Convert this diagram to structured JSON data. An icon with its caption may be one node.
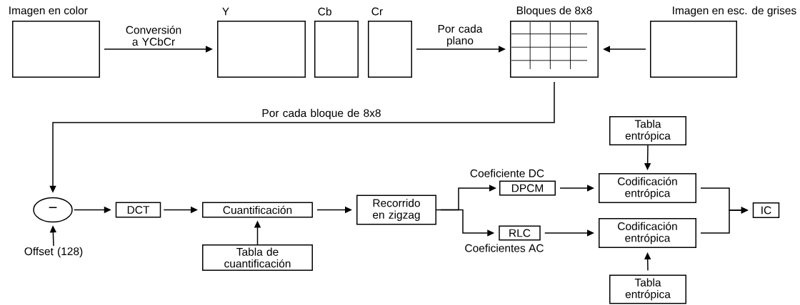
{
  "diagram": {
    "nodes": [
      {
        "text": [
          "Imagen en color"
        ]
      },
      {
        "text": [
          "Y"
        ]
      },
      {
        "text": [
          "Cb"
        ]
      },
      {
        "text": [
          "Cr"
        ]
      },
      {
        "text": [
          "Bloques de 8x8"
        ]
      },
      {
        "text": [
          "Imagen en esc. de grises"
        ]
      },
      {
        "text": [
          "−"
        ]
      },
      {
        "text": [
          "Offset (128)"
        ]
      },
      {
        "text": [
          "DCT"
        ]
      },
      {
        "text": [
          "Cuantificación"
        ]
      },
      {
        "text": [
          "Tabla de cuantificación"
        ]
      },
      {
        "text": [
          "Recorrido en zigzag"
        ]
      },
      {
        "text": [
          "DPCM"
        ],
        "beside": [
          "Coeficiente DC"
        ]
      },
      {
        "text": [
          "RLC"
        ],
        "beside": [
          "Coeficientes AC"
        ]
      },
      {
        "text": [
          "Tabla entrópica"
        ]
      },
      {
        "text": [
          "Codificación entrópica"
        ]
      },
      {
        "text": [
          "Codificación entrópica"
        ]
      },
      {
        "text": [
          "Tabla entrópica"
        ]
      },
      {
        "text": [
          "IC"
        ]
      }
    ],
    "edges": [
      {
        "from": 0,
        "to": 1,
        "arrow": "to",
        "label": "Conversión a YCbCr"
      },
      {
        "from": 3,
        "to": 4,
        "arrow": "to",
        "label": "Por cada plano"
      },
      {
        "from": 5,
        "to": 4,
        "arrow": "to"
      },
      {
        "from": 4,
        "to": 6,
        "arrow": "to",
        "label": "Por cada bloque de 8x8"
      },
      {
        "from": 7,
        "to": 6,
        "arrow": "to"
      },
      {
        "from": 6,
        "to": 8,
        "arrow": "to"
      },
      {
        "from": 8,
        "to": 9,
        "arrow": "to"
      },
      {
        "from": 10,
        "to": 9,
        "arrow": "to"
      },
      {
        "from": 9,
        "to": 11,
        "arrow": "to"
      },
      {
        "from": 11,
        "to": 12,
        "arrow": "to"
      },
      {
        "from": 11,
        "to": 13,
        "arrow": "to"
      },
      {
        "from": 12,
        "to": 15,
        "arrow": "to"
      },
      {
        "from": 13,
        "to": 16,
        "arrow": "to"
      },
      {
        "from": 14,
        "to": 15,
        "arrow": "to"
      },
      {
        "from": 17,
        "to": 16,
        "arrow": "to"
      },
      {
        "from": 15,
        "to": 18,
        "arrow": "to"
      },
      {
        "from": 16,
        "to": 18,
        "arrow": "to"
      }
    ]
  }
}
